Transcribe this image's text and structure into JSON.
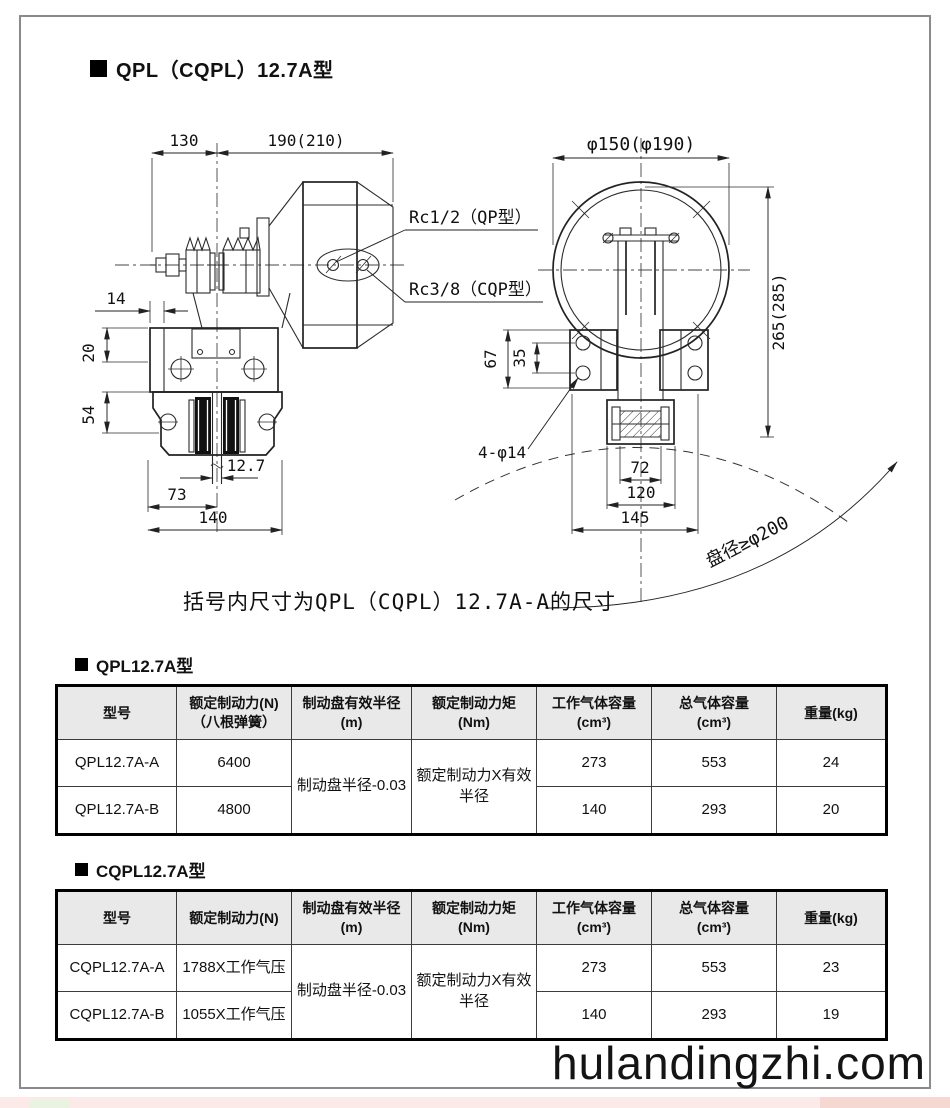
{
  "title": {
    "text": "QPL（CQPL）12.7A型"
  },
  "drawing": {
    "note": "括号内尺寸为QPL（CQPL）12.7A-A的尺寸",
    "side_view": {
      "dim_130": "130",
      "dim_190": "190(210)",
      "dim_14": "14",
      "dim_20": "20",
      "dim_54": "54",
      "dim_127": "12.7",
      "dim_73": "73",
      "dim_140": "140",
      "label_rc12": "Rc1/2（QP型）",
      "label_rc38": "Rc3/8（CQP型）"
    },
    "front_view": {
      "dim_d150": "φ150(φ190)",
      "dim_265": "265(285)",
      "dim_67": "67",
      "dim_35": "35",
      "label_4d14": "4-φ14",
      "dim_72": "72",
      "dim_120": "120",
      "dim_145": "145",
      "arc_label": "盘径≥φ200"
    }
  },
  "table_qpl": {
    "heading": "QPL12.7A型",
    "headers": {
      "model": "型号",
      "force_l1": "额定制动力(N)",
      "force_l2": "（八根弹簧）",
      "radius_l1": "制动盘有效半径",
      "radius_l2": "(m)",
      "torque_l1": "额定制动力矩",
      "torque_l2": "(Nm)",
      "work_l1": "工作气体容量",
      "work_l2": "(cm³)",
      "total_l1": "总气体容量",
      "total_l2": "(cm³)",
      "weight": "重量(kg)"
    },
    "merged_radius": "制动盘半径-0.03",
    "merged_torque_l1": "额定制动力X有效",
    "merged_torque_l2": "半径",
    "rows": [
      {
        "model": "QPL12.7A-A",
        "force": "6400",
        "work": "273",
        "total": "553",
        "weight": "24"
      },
      {
        "model": "QPL12.7A-B",
        "force": "4800",
        "work": "140",
        "total": "293",
        "weight": "20"
      }
    ]
  },
  "table_cqpl": {
    "heading": "CQPL12.7A型",
    "headers": {
      "model": "型号",
      "force": "额定制动力(N)",
      "radius_l1": "制动盘有效半径",
      "radius_l2": "(m)",
      "torque_l1": "额定制动力矩",
      "torque_l2": "(Nm)",
      "work_l1": "工作气体容量",
      "work_l2": "(cm³)",
      "total_l1": "总气体容量",
      "total_l2": "(cm³)",
      "weight": "重量(kg)"
    },
    "merged_radius": "制动盘半径-0.03",
    "merged_torque_l1": "额定制动力X有效",
    "merged_torque_l2": "半径",
    "rows": [
      {
        "model": "CQPL12.7A-A",
        "force": "1788X工作气压",
        "work": "273",
        "total": "553",
        "weight": "23"
      },
      {
        "model": "CQPL12.7A-B",
        "force": "1055X工作气压",
        "work": "140",
        "total": "293",
        "weight": "19"
      }
    ]
  },
  "watermark": "hulandingzhi.com"
}
